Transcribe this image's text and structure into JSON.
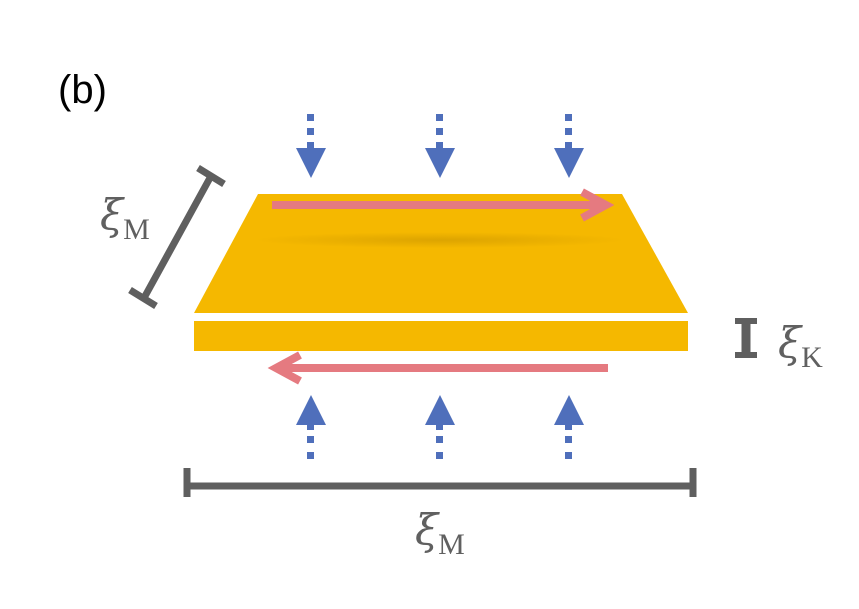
{
  "panel_label": "(b)",
  "labels": {
    "depth": {
      "symbol": "ξ",
      "subscript": "M"
    },
    "thickness": {
      "symbol": "ξ",
      "subscript": "K"
    },
    "width": {
      "symbol": "ξ",
      "subscript": "M"
    }
  },
  "colors": {
    "slab": "#F5B800",
    "flow_arrow": "#E57A80",
    "pressure_arrow": "#4F6FBB",
    "bracket": "#5F5F5F",
    "text": "#606060"
  },
  "arrows": {
    "top_flow_direction": "right",
    "bottom_flow_direction": "left",
    "top_pressure_count": 3,
    "bottom_pressure_count": 3
  }
}
